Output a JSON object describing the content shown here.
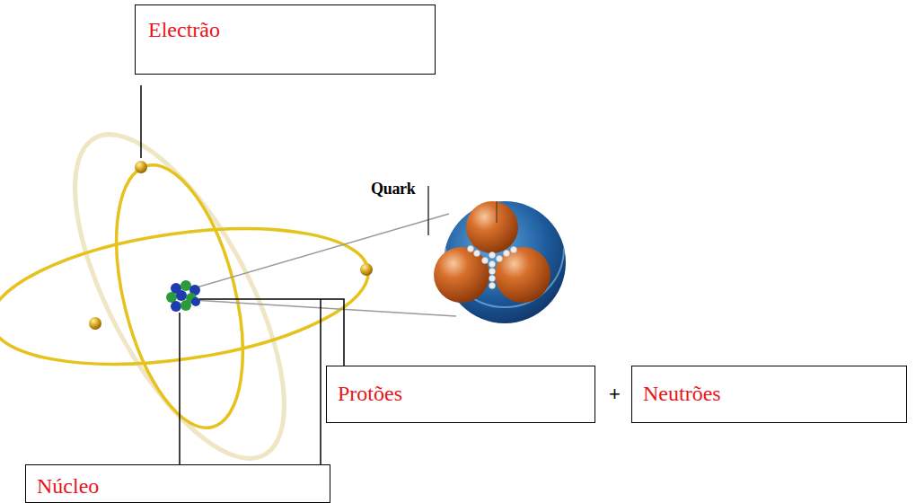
{
  "diagram": {
    "nodes": [
      {
        "text": [
          "Electrão"
        ]
      },
      {
        "text": [
          "Protões"
        ]
      },
      {
        "text": [
          "Neutrões"
        ]
      },
      {
        "text": [
          "Núcleo"
        ]
      }
    ],
    "labels": [
      "Quark",
      "+"
    ]
  }
}
